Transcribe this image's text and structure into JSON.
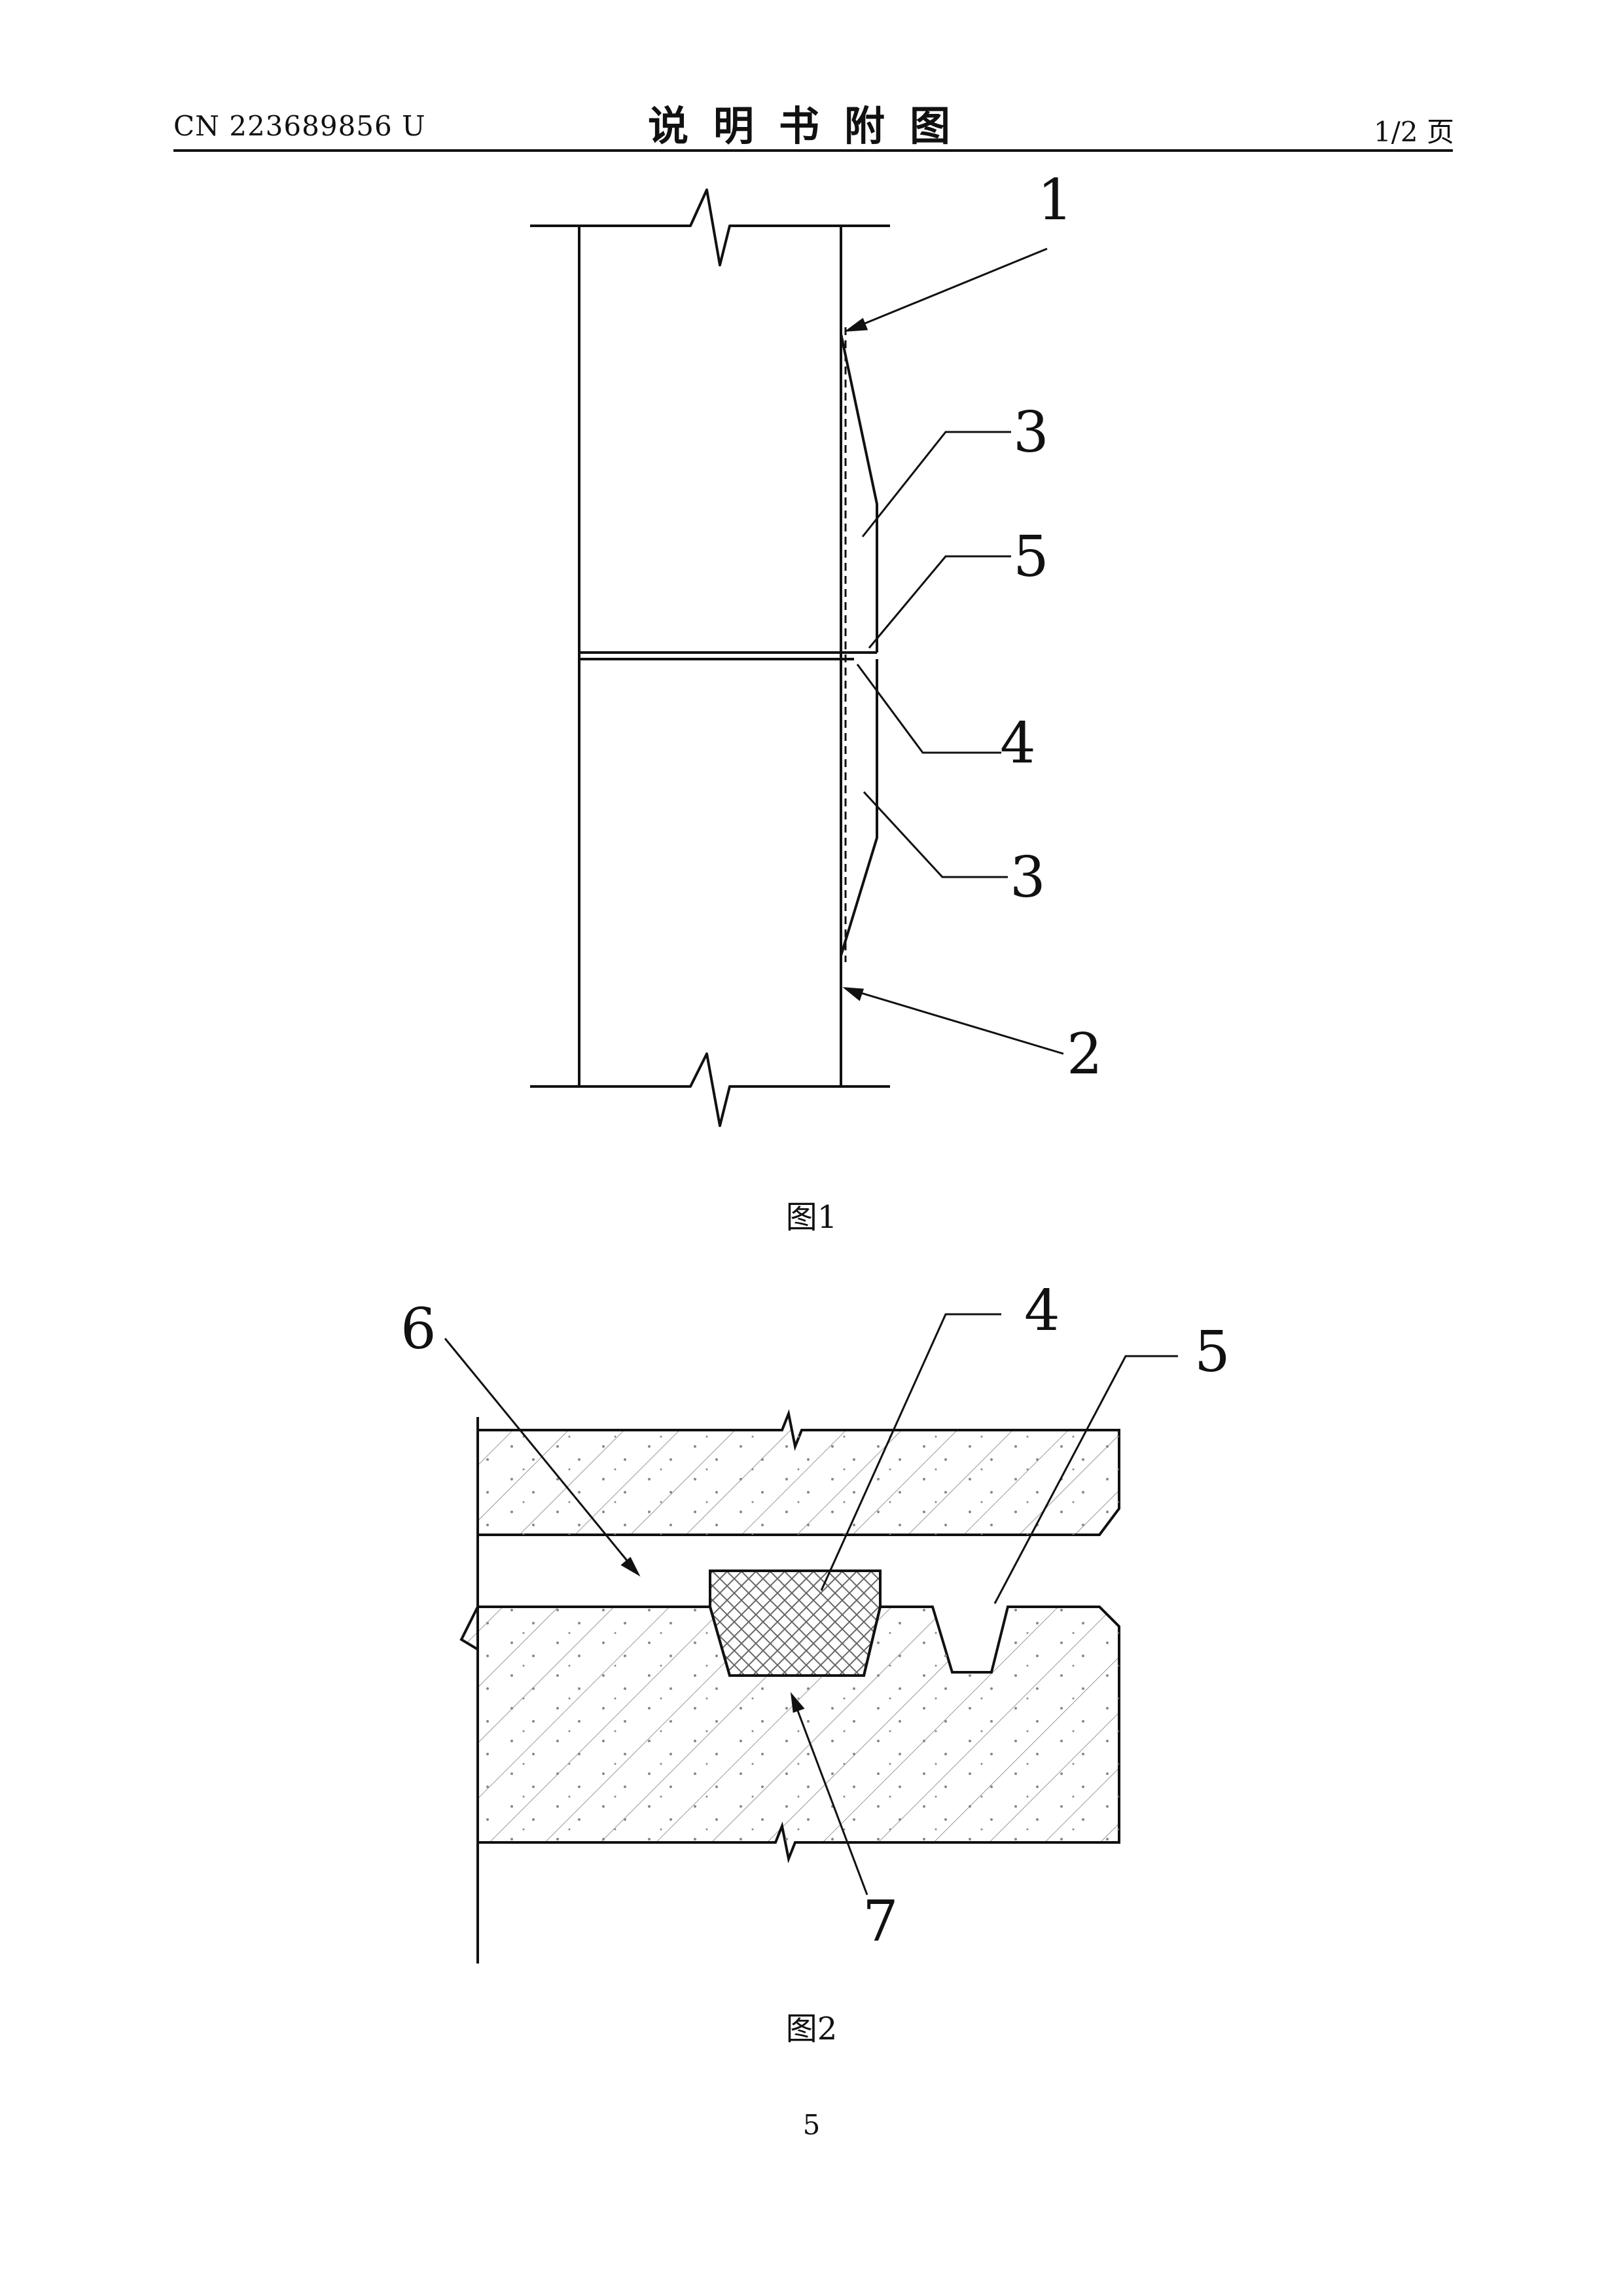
{
  "header": {
    "publication_number": "CN 223689856 U",
    "title": "说明书附图",
    "page_indicator": "1/2 页"
  },
  "figure1": {
    "caption": "图1",
    "labels": [
      "1",
      "3",
      "5",
      "4",
      "3",
      "2"
    ]
  },
  "figure2": {
    "caption": "图2",
    "labels": [
      "4",
      "5",
      "6",
      "7"
    ]
  },
  "page_number": "5"
}
